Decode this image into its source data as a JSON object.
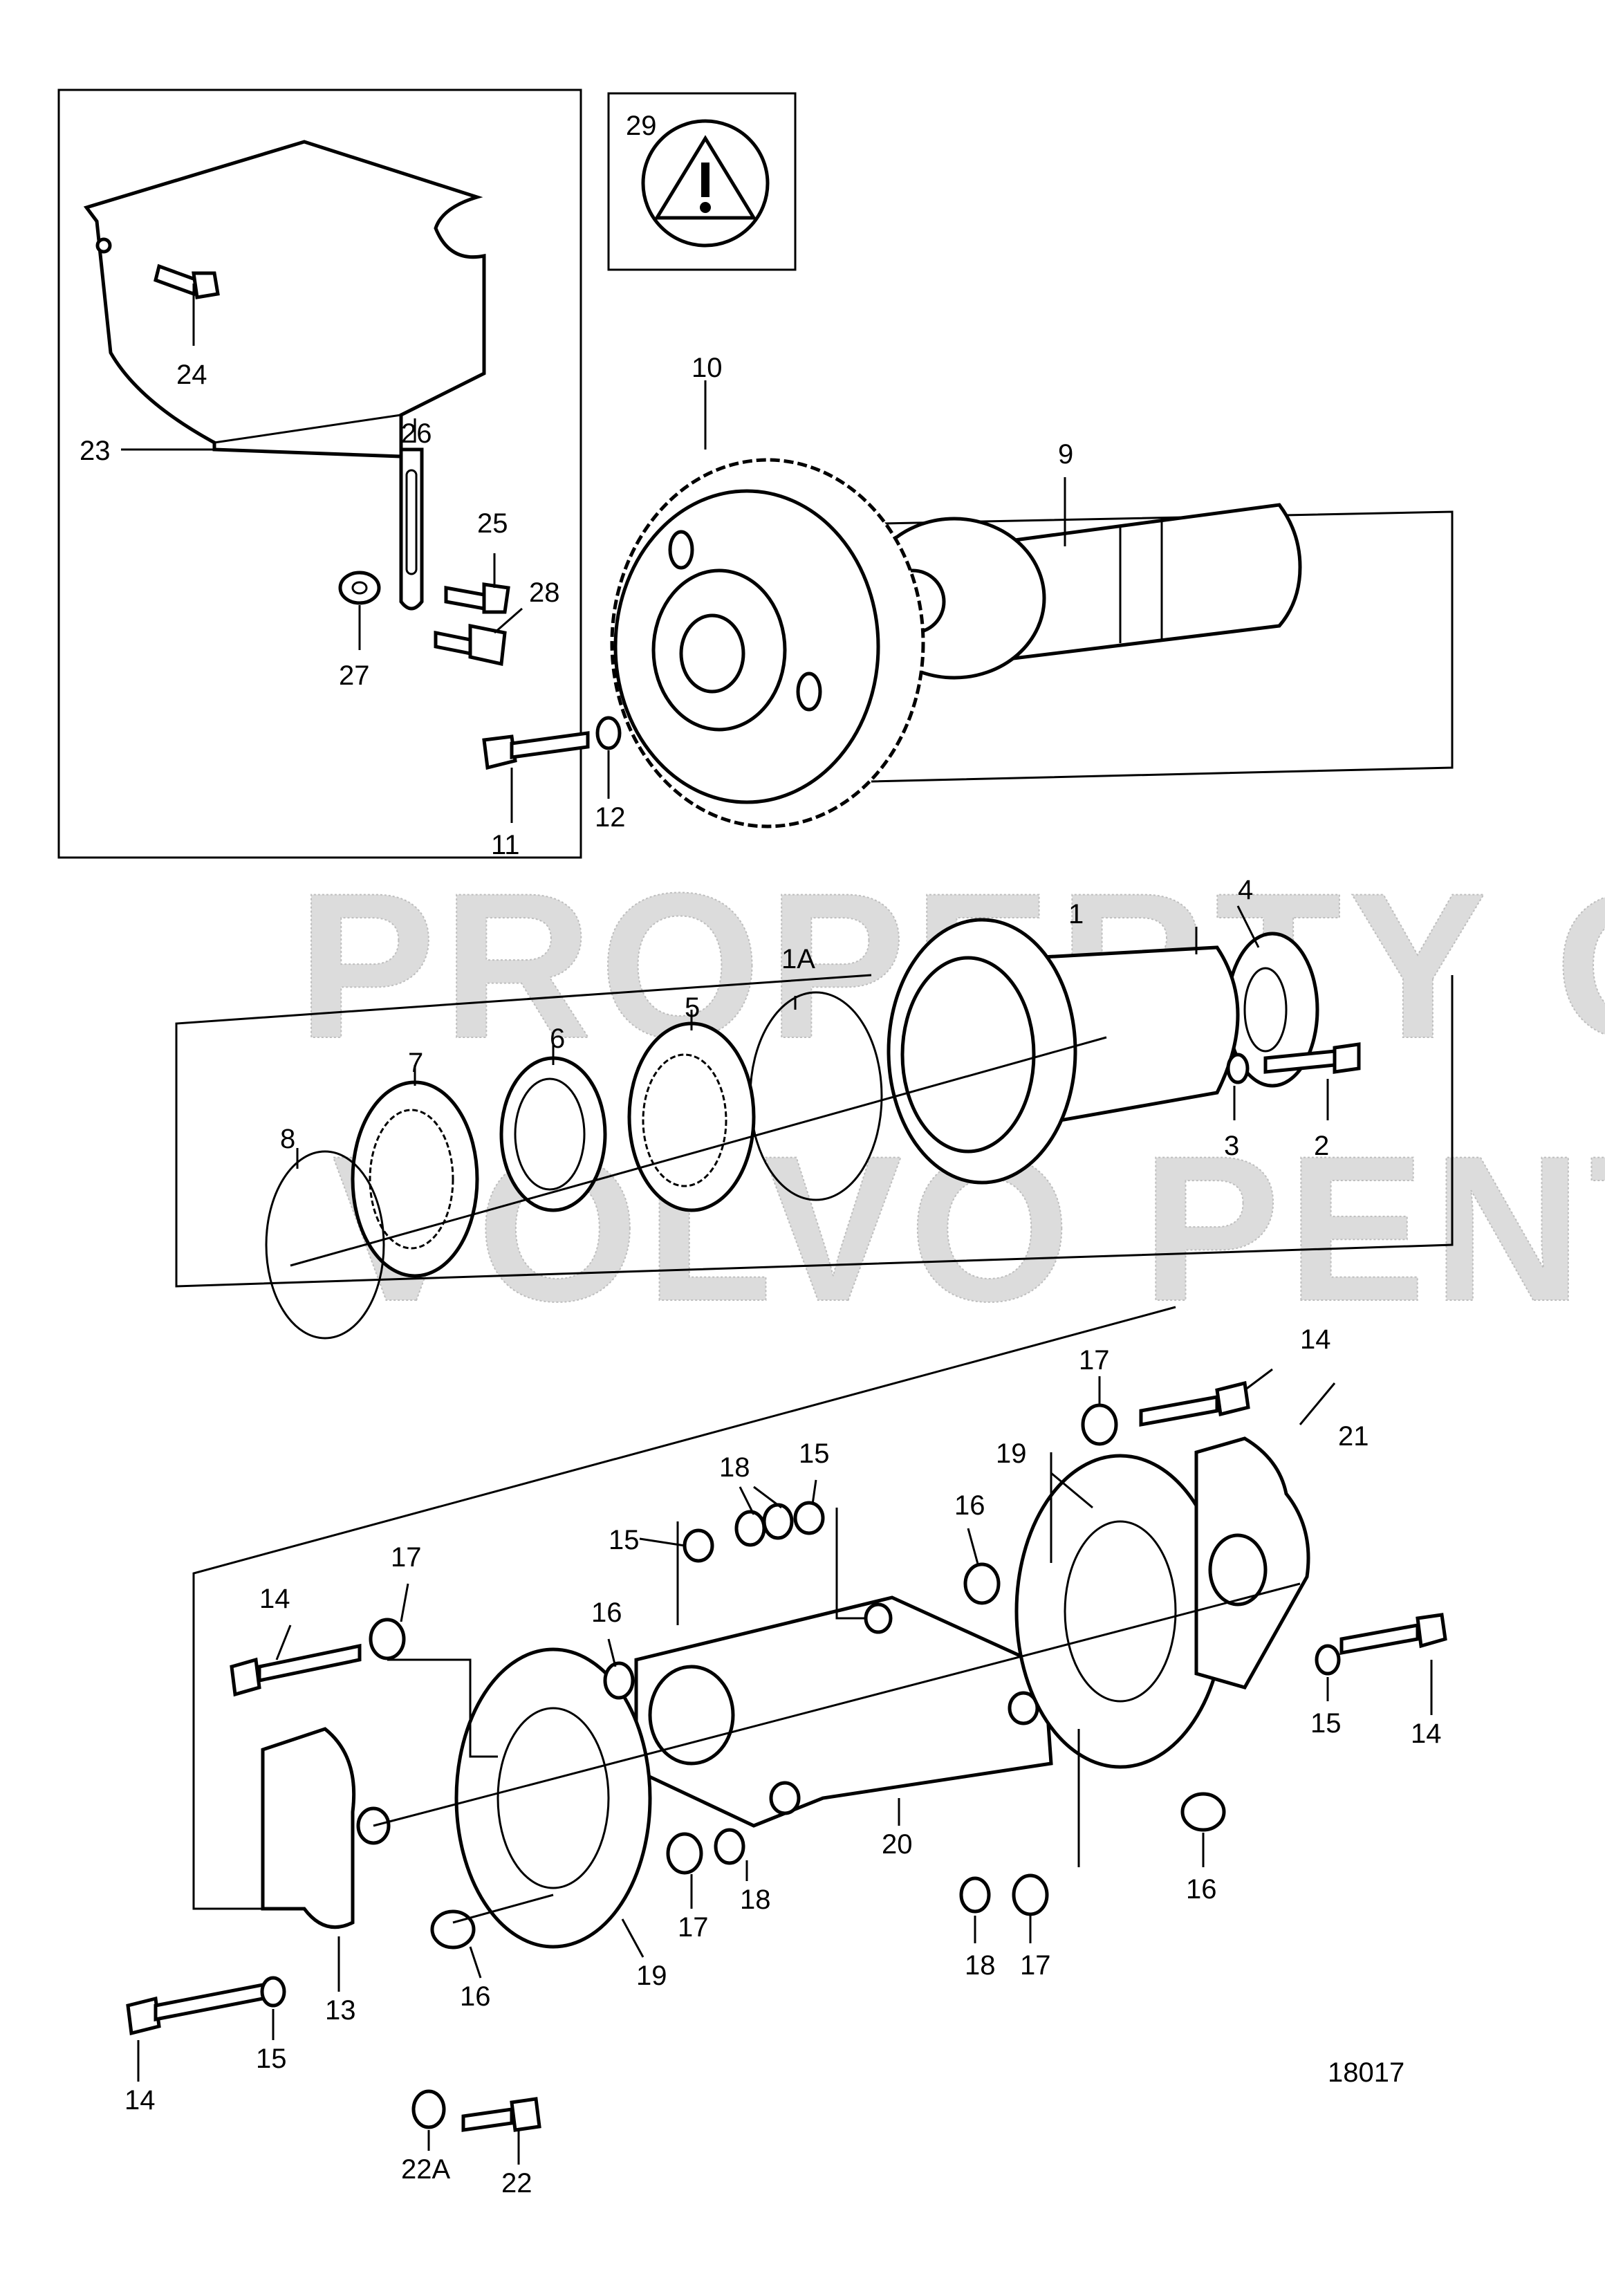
{
  "diagram": {
    "reference_number": "18017",
    "watermark": [
      "PROPERTY OF",
      "VOLVO PENTA"
    ],
    "warning_callout": "29",
    "part_labels": {
      "p1": "1",
      "p1A": "1A",
      "p2": "2",
      "p3": "3",
      "p4": "4",
      "p5": "5",
      "p6": "6",
      "p7": "7",
      "p8": "8",
      "p9": "9",
      "p10": "10",
      "p11": "11",
      "p12": "12",
      "p13": "13",
      "p14a": "14",
      "p14b": "14",
      "p14c": "14",
      "p14d": "14",
      "p15a": "15",
      "p15b": "15",
      "p15c": "15",
      "p15d": "15",
      "p16a": "16",
      "p16b": "16",
      "p16c": "16",
      "p16d": "16",
      "p17a": "17",
      "p17b": "17",
      "p17c": "17",
      "p17d": "17",
      "p18a": "18",
      "p18b": "18",
      "p18c": "18",
      "p19a": "19",
      "p19b": "19",
      "p20": "20",
      "p21": "21",
      "p22": "22",
      "p22A": "22A",
      "p23": "23",
      "p24": "24",
      "p25": "25",
      "p26": "26",
      "p27": "27",
      "p28": "28"
    }
  }
}
